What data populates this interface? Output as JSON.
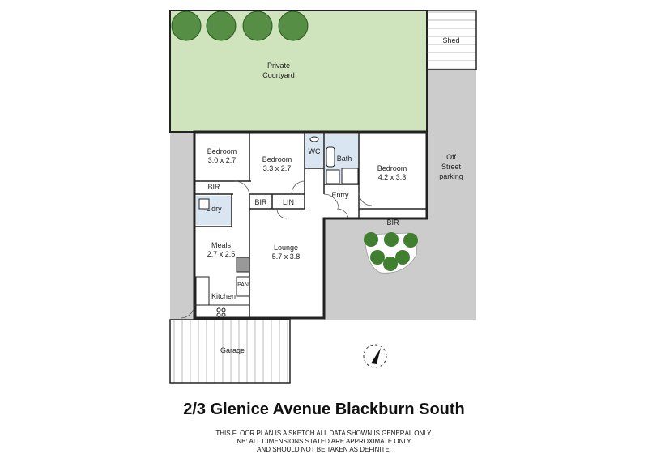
{
  "rooms": {
    "courtyard": {
      "name": "Private",
      "name2": "Courtyard"
    },
    "shed": {
      "name": "Shed"
    },
    "parking": {
      "line1": "Off",
      "line2": "Street",
      "line3": "parking"
    },
    "bedroom1": {
      "name": "Bedroom",
      "size": "3.0 x 2.7"
    },
    "bedroom2": {
      "name": "Bedroom",
      "size": "3.3 x 2.7"
    },
    "wc": {
      "name": "WC"
    },
    "bath": {
      "name": "Bath"
    },
    "bedroom3": {
      "name": "Bedroom",
      "size": "4.2 x 3.3"
    },
    "bir1": {
      "name": "BIR"
    },
    "bir2": {
      "name": "BIR"
    },
    "bir3": {
      "name": "BIR"
    },
    "lin": {
      "name": "LIN"
    },
    "entry": {
      "name": "Entry"
    },
    "laundry": {
      "name": "L'dry"
    },
    "meals": {
      "name": "Meals",
      "size": "2.7 x 2.5"
    },
    "lounge": {
      "name": "Lounge",
      "size": "5.7 x 3.8"
    },
    "pantry": {
      "name": "PAN"
    },
    "kitchen": {
      "name": "Kitchen"
    },
    "garage": {
      "name": "Garage"
    }
  },
  "title": "2/3 Glenice Avenue Blackburn South",
  "disclaimer": {
    "line1": "THIS FLOOR PLAN IS A SKETCH ALL DATA SHOWN IS GENERAL ONLY.",
    "line2": "NB: ALL DIMENSIONS STATED ARE APPROXIMATE ONLY",
    "line3": "AND SHOULD NOT BE TAKEN AS DEFINITE."
  },
  "colors": {
    "lawn": "#cfe3bd",
    "paving": "#cccccc",
    "bathroom": "#d9e6f2",
    "wall": "#222222",
    "tree": "#3f7f2f"
  }
}
